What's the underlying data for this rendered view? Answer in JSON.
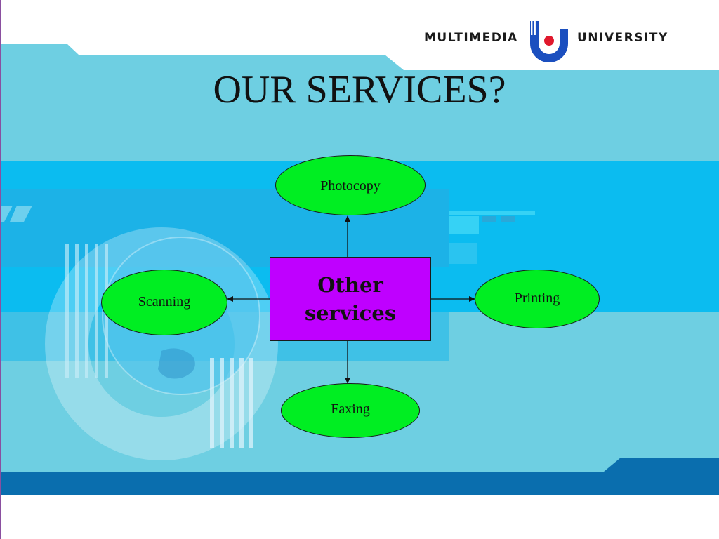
{
  "header": {
    "logo_left_text": "MULTIMEDIA",
    "logo_right_text": "UNIVERSITY"
  },
  "slide": {
    "title": "OUR SERVICES?"
  },
  "diagram": {
    "center": {
      "line1": "Other",
      "line2": "services"
    },
    "nodes": {
      "top": "Photocopy",
      "left": "Scanning",
      "right": "Printing",
      "bottom": "Faxing"
    }
  },
  "colors": {
    "center_fill": "#bf00ff",
    "node_fill": "#00ee22",
    "background_light_blue": "#6ecfe2",
    "background_band_blue": "#0bbcf0",
    "footer_band": "#0a6eae"
  }
}
